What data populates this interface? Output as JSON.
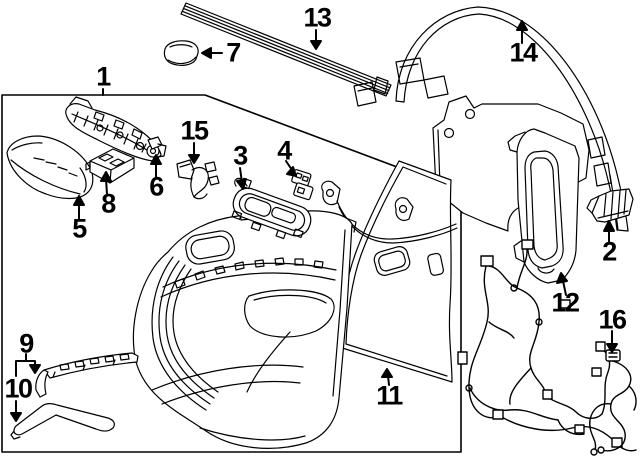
{
  "diagram": {
    "kind": "exploded-parts-line-diagram",
    "depicts": "front door interior trim components",
    "background_color": "#ffffff",
    "line_color": "#000000",
    "callout_count": 16
  },
  "callouts": [
    {
      "label": "1",
      "depicts": "door-trim-assembly-box"
    },
    {
      "label": "2",
      "depicts": "guide-bracket"
    },
    {
      "label": "3",
      "depicts": "inside-handle-bezel"
    },
    {
      "label": "4",
      "depicts": "small-switch"
    },
    {
      "label": "5",
      "depicts": "armrest-pad"
    },
    {
      "label": "6",
      "depicts": "armrest-bracket-end"
    },
    {
      "label": "7",
      "depicts": "cover-cap"
    },
    {
      "label": "8",
      "depicts": "switch-module"
    },
    {
      "label": "9",
      "depicts": "retainer-strip"
    },
    {
      "label": "10",
      "depicts": "lower-trim-strip"
    },
    {
      "label": "11",
      "depicts": "water-deflector"
    },
    {
      "label": "12",
      "depicts": "front-applique"
    },
    {
      "label": "13",
      "depicts": "belt-weatherstrip"
    },
    {
      "label": "14",
      "depicts": "window-run-channel"
    },
    {
      "label": "15",
      "depicts": "clip-and-cable"
    },
    {
      "label": "16",
      "depicts": "door-wiring-harness"
    }
  ]
}
